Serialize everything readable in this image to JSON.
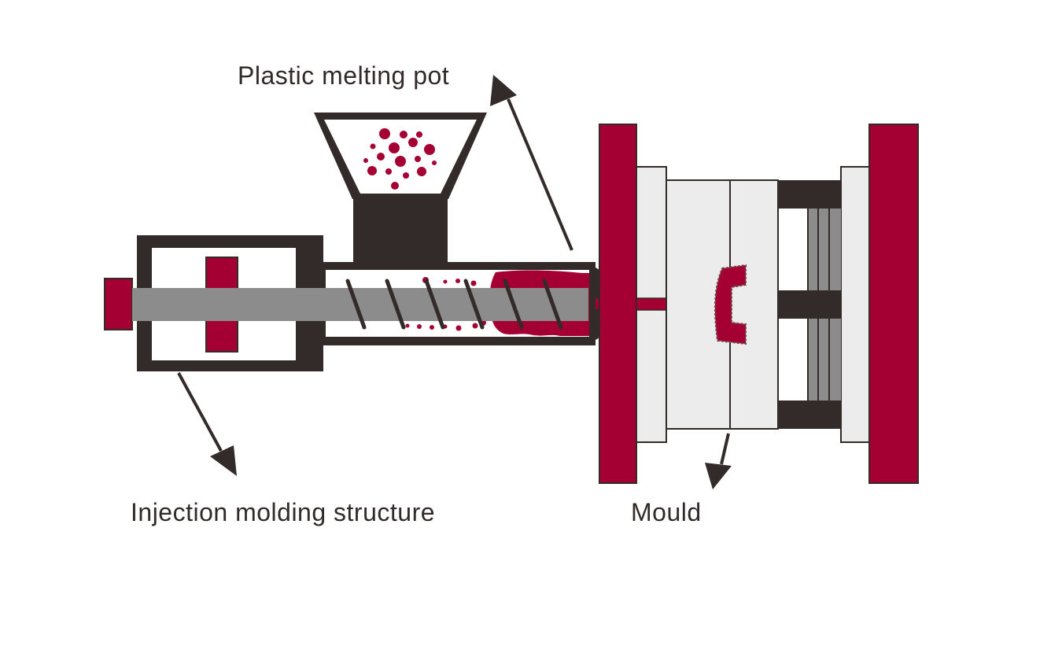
{
  "labels": {
    "melting_pot": "Plastic melting pot",
    "injection_structure": "Injection molding structure",
    "mould": "Mould"
  },
  "colors": {
    "plastic": "#a50034",
    "frame": "#332b29",
    "rod": "#8c8c8c",
    "mould_plate": "#ececec",
    "background": "#ffffff"
  },
  "icons": {
    "arrow": "arrow-icon",
    "pellets": "plastic-pellets-icon"
  }
}
